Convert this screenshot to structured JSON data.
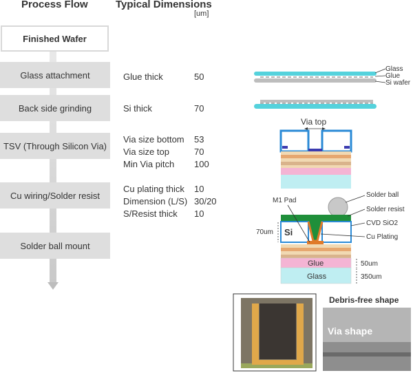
{
  "headers": {
    "process_flow": "Process Flow",
    "typical_dimensions": "Typical Dimensions",
    "unit": "[um]"
  },
  "steps": [
    {
      "label": "Finished Wafer"
    },
    {
      "label": "Glass attachment"
    },
    {
      "label": "Back side grinding"
    },
    {
      "label": "TSV (Through Silicon Via)"
    },
    {
      "label": "Cu wiring/Solder resist"
    },
    {
      "label": "Solder ball mount"
    }
  ],
  "dimensions": [
    {
      "key": "Glue thick",
      "value": "50"
    },
    {
      "key": "Si thick",
      "value": "70"
    },
    {
      "key": "Via size bottom",
      "value": "53"
    },
    {
      "key": "Via size top",
      "value": "70"
    },
    {
      "key": "Min Via pitch",
      "value": "100"
    },
    {
      "key": "Cu plating thick",
      "value": "10"
    },
    {
      "key": "Dimension (L/S)",
      "value": "30/20"
    },
    {
      "key": "S/Resist thick",
      "value": "10"
    }
  ],
  "diagram_labels": {
    "glass": "Glass",
    "glue": "Glue",
    "si_wafer": "Si wafer",
    "via_top": "Via top",
    "solder_ball": "Solder ball",
    "solder_resist": "Solder resist",
    "cvd_sio2": "CVD SiO2",
    "cu_plating": "Cu Plating",
    "m1_pad": "M1 Pad",
    "si": "Si",
    "si_thickness": "70um",
    "glue_layer": "Glue",
    "glass_layer": "Glass",
    "glue_thickness": "50um",
    "glass_thickness": "350um"
  },
  "photos": {
    "debris_title": "Debris-free shape",
    "via_shape": "Via shape"
  },
  "colors": {
    "glass": "#55d2dc",
    "step_bg": "#dedede",
    "solder_resist": "#1f8f3a",
    "cu": "#e07a2a",
    "pink": "#f4b4d4",
    "glass_layer": "#bfeef2"
  }
}
